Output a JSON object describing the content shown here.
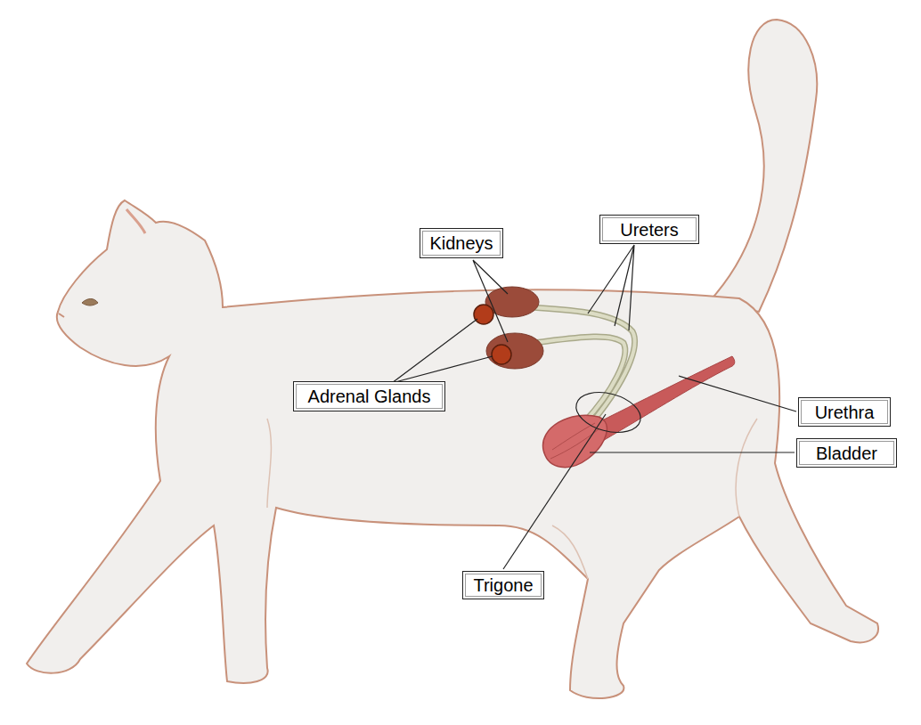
{
  "diagram": {
    "nodes": [
      {
        "text": [
          "Kidneys"
        ]
      },
      {
        "text": [
          "Ureters"
        ]
      },
      {
        "text": [
          "Adrenal Glands"
        ]
      },
      {
        "text": [
          "Urethra"
        ]
      },
      {
        "text": [
          "Bladder"
        ]
      },
      {
        "text": [
          "Trigone"
        ]
      }
    ]
  }
}
